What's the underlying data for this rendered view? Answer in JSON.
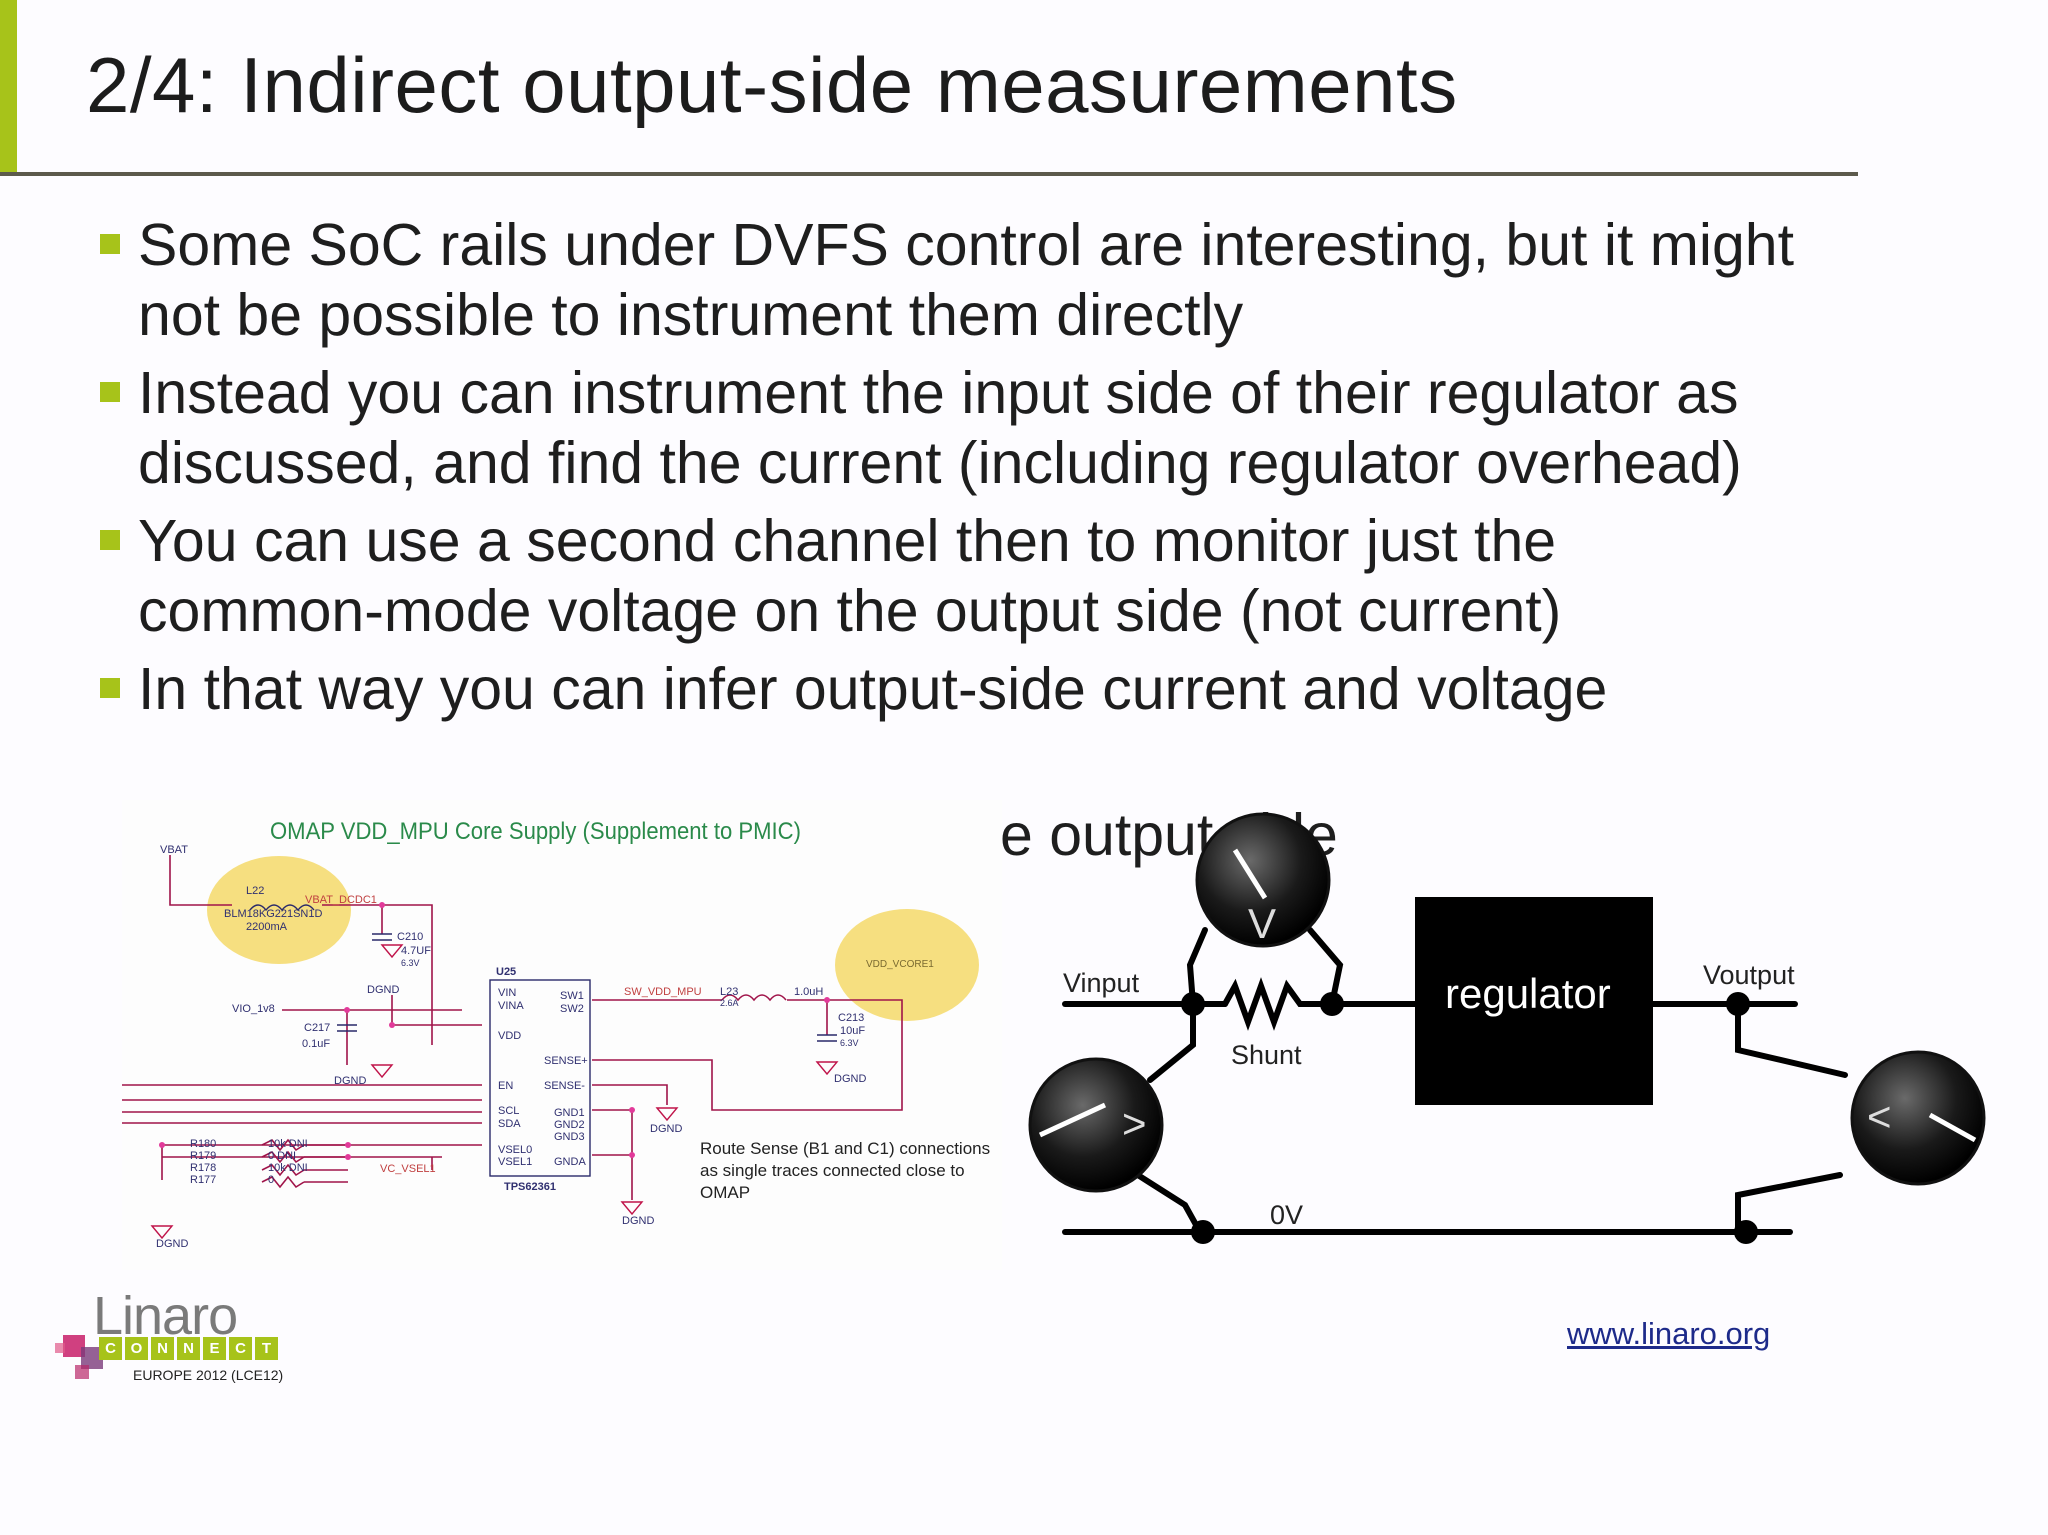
{
  "slide": {
    "title": "2/4: Indirect output-side measurements",
    "bullets": [
      "Some SoC rails under DVFS control are interesting, but it might not be possible to instrument them directly",
      "Instead you can instrument the input side of their regulator as discussed, and find the current (including regulator overhead)",
      "You can use a second channel then to monitor just the common-mode voltage on the output side (not current)",
      "In that way you can infer output-side current and voltage"
    ],
    "partial_line": "e output side"
  },
  "schematic": {
    "title": "OMAP VDD_MPU Core Supply (Supplement to PMIC)",
    "note": "Route Sense (B1 and C1) connections as single traces connected close to OMAP",
    "labels": {
      "vbat": "VBAT",
      "l22": "L22",
      "ferrite": "BLM18KG221SN1D",
      "ferrite_rating": "2200mA",
      "vbat_dcdc": "VBAT_DCDC1",
      "c210": "C210",
      "c210_value": "4.7UF",
      "c210_voltage": "6.3V",
      "dgnd": "DGND",
      "u25": "U25",
      "vio": "VIO_1v8",
      "c217": "C217",
      "c217_value": "0.1uF",
      "chip": "TPS62361",
      "sw_vdd_mpu": "SW_VDD_MPU",
      "l23": "L23",
      "l23_rating": "2.6A",
      "l23_value": "1.0uH",
      "c213": "C213",
      "c213_value": "10uF",
      "c213_voltage": "6.3V",
      "vdd_vcore": "VDD_VCORE1",
      "vc_vsel": "VC_VSEL1",
      "pins_left": [
        "VIN",
        "VINA",
        "VDD",
        "EN",
        "SCL",
        "SDA",
        "VSEL0",
        "VSEL1"
      ],
      "pins_right": [
        "SW1",
        "SW2",
        "SENSE+",
        "SENSE-",
        "GND1",
        "GND2",
        "GND3",
        "GNDA"
      ],
      "resistors": [
        "R180",
        "R179",
        "R178",
        "R177"
      ],
      "resistor_values": [
        "10k DNI",
        "0 DNI",
        "10k DNI",
        "0"
      ]
    }
  },
  "circuit": {
    "vinput": "Vinput",
    "voutput": "Voutput",
    "shunt": "Shunt",
    "regulator": "regulator",
    "zero_v": "0V",
    "meter_top": "V",
    "meter_left": ">",
    "meter_right": "<"
  },
  "footer": {
    "logo_word": "Linaro",
    "logo_connect": [
      "C",
      "O",
      "N",
      "N",
      "E",
      "C",
      "T"
    ],
    "logo_sub": "EUROPE 2012 (LCE12)",
    "link": "www.linaro.org "
  },
  "colors": {
    "accent": "#a7c31a",
    "highlight": "#f5d96a",
    "link": "#1d2a8a"
  }
}
